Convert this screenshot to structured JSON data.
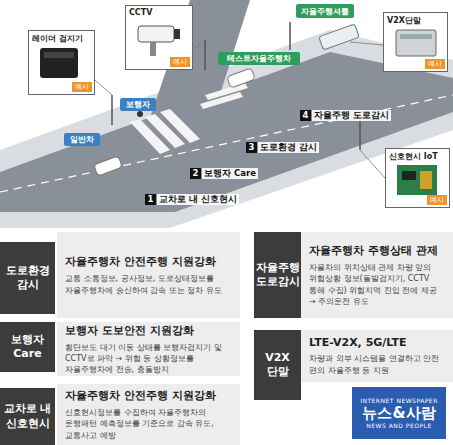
{
  "diagram": {
    "nodes": [
      {
        "text": [
          "레이더 검지기",
          "예시"
        ]
      },
      {
        "text": [
          "CCTV",
          "예시"
        ]
      },
      {
        "text": [
          "자율주행셔틀"
        ]
      },
      {
        "text": [
          "V2X단말",
          "예시"
        ]
      },
      {
        "text": [
          "테스트자율주행차"
        ]
      },
      {
        "text": [
          "보행자"
        ]
      },
      {
        "text": [
          "일반차"
        ]
      },
      {
        "text": [
          "신호현시 IoT",
          "예시"
        ]
      },
      {
        "text": [
          "도로환경 감시"
        ]
      },
      {
        "text": [
          "자율주행차 안전주행 지원강화",
          "교통 소통정보, 공사정보, 도로상태정보를 자율주행차에 송신하여 감속 또는 정차 유도"
        ]
      },
      {
        "text": [
          "자율주행 도로감시"
        ]
      },
      {
        "text": [
          "자율주행차 주행상태 관제",
          "자율차의 위치상태 관제 차량 앞의 위험상황 정보(돌발검지기, CCTV 통해 수집) 위험지역 진입 전에 제공 → 주의운전 유도"
        ]
      },
      {
        "text": [
          "보행자 Care"
        ]
      },
      {
        "text": [
          "보행자 도보안전 지원강화",
          "횡단보도 대기 이동 상태를 보행자검지기 및 CCTV로 파악 → 위험 등 상황정보를 자율주행차에 전송, 충돌방지"
        ]
      },
      {
        "text": [
          "V2X 단말"
        ]
      },
      {
        "text": [
          "LTE-V2X, 5G/LTE",
          "차량과 외부 시스템을 연결하고 안전 편의 자율주행 등 지원"
        ]
      },
      {
        "text": [
          "교차로 내 신호현시"
        ]
      },
      {
        "text": [
          "자율주행차 안전주행 지원강화",
          "신호현시정보를 수집하여 자율주행차의 운행패턴 예측정보를 기준으로 감속 유도, 교통사고 예방"
        ]
      },
      {
        "text": [
          "INTERNET NEWSPAPER",
          "뉴스&사람",
          "NEWS AND PEOPLE"
        ]
      }
    ],
    "labels": [
      "4",
      "자율주행 도로감시",
      "3",
      "도로환경 감시",
      "2",
      "보행자 Care",
      "1",
      "교차로 내 신호현시"
    ]
  }
}
